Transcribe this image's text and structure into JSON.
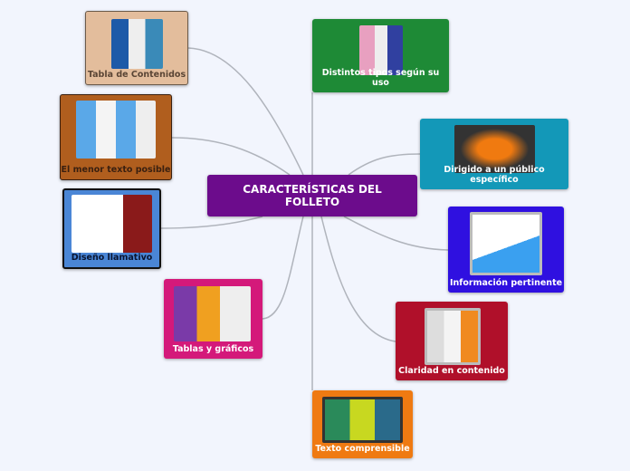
{
  "center": {
    "title": "CARACTERÍSTICAS DEL FOLLETO",
    "color": "#6c0c8c"
  },
  "nodes": [
    {
      "label": "Tabla de Contenidos",
      "color": "#e3bd9c",
      "icon": "brochure-collage-image"
    },
    {
      "label": "El menor texto posible",
      "color": "#b05e1e",
      "icon": "brochure-map-image"
    },
    {
      "label": "Diseño llamativo",
      "color": "#4a86d6",
      "icon": "brochure-red-image"
    },
    {
      "label": "Tablas y gráficos",
      "color": "#d4197a",
      "icon": "brochure-purple-image"
    },
    {
      "label": "Distintos tipos según su uso",
      "color": "#1e8a36",
      "icon": "brochure-pink-blue-image"
    },
    {
      "label": "Dirigido a un público específico",
      "color": "#1398b8",
      "icon": "brochure-orange-image"
    },
    {
      "label": "Información pertinente",
      "color": "#2f10e0",
      "icon": "brochure-blue-wave-image"
    },
    {
      "label": "Claridad  en contenido",
      "color": "#b0102a",
      "icon": "brochure-orange-grey-image"
    },
    {
      "label": "Texto comprensible",
      "color": "#ef7a12",
      "icon": "brochure-green-image"
    }
  ]
}
